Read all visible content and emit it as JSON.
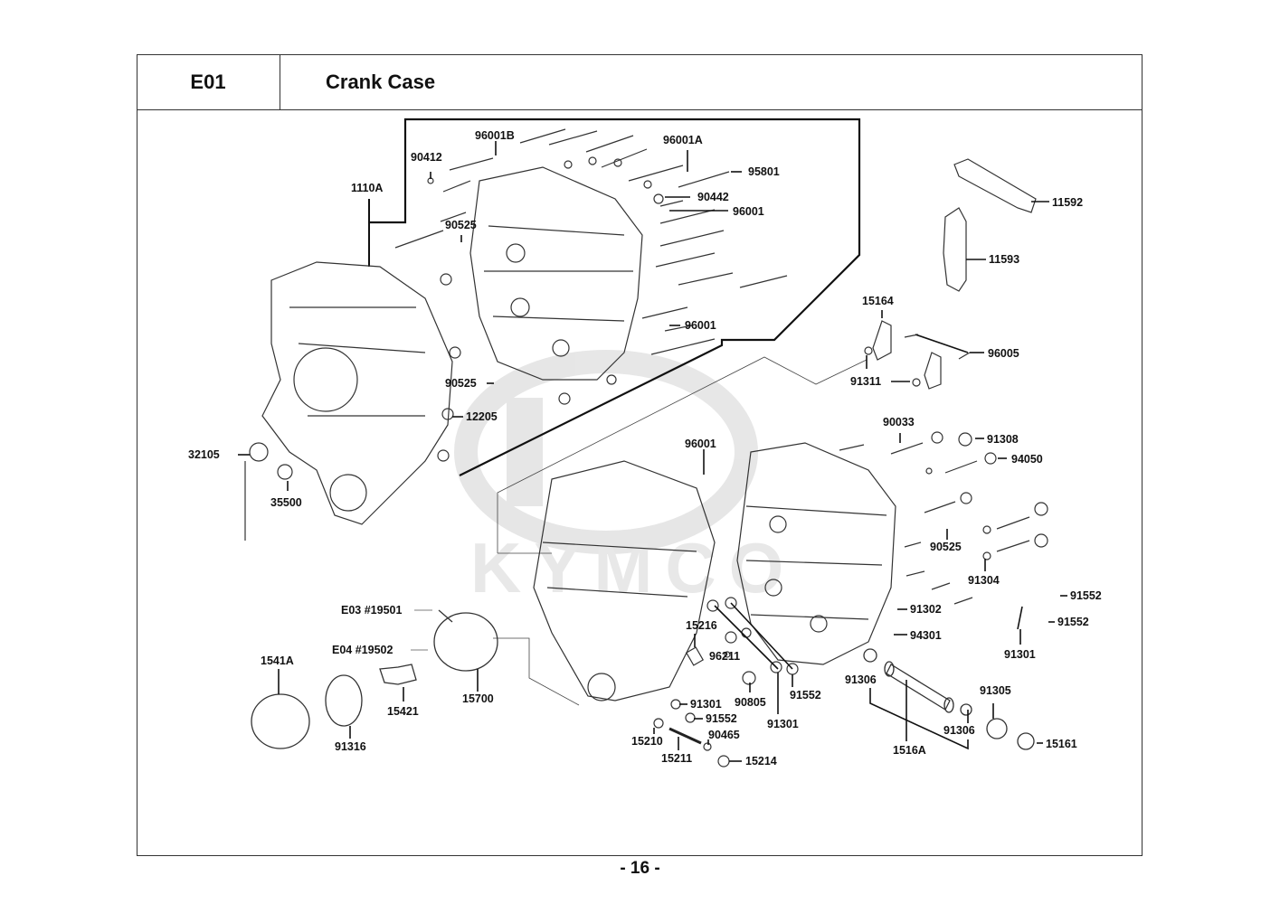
{
  "header": {
    "section_code": "E01",
    "section_title": "Crank Case"
  },
  "watermark": {
    "text": "KYMCO",
    "color": "#e4e4e4"
  },
  "page_number": "- 16 -",
  "colors": {
    "line": "#111111",
    "frame": "#333333",
    "watermark": "#e4e4e4"
  },
  "callouts": [
    {
      "id": "96001B",
      "text": "96001B"
    },
    {
      "id": "90412",
      "text": "90412"
    },
    {
      "id": "1110A",
      "text": "1110A"
    },
    {
      "id": "96001A",
      "text": "96001A"
    },
    {
      "id": "95801",
      "text": "95801"
    },
    {
      "id": "90442",
      "text": "90442"
    },
    {
      "id": "96001-a",
      "text": "96001"
    },
    {
      "id": "90525-a",
      "text": "90525"
    },
    {
      "id": "96001-b",
      "text": "96001"
    },
    {
      "id": "90525-b",
      "text": "90525"
    },
    {
      "id": "12205",
      "text": "12205"
    },
    {
      "id": "32105",
      "text": "32105"
    },
    {
      "id": "35500",
      "text": "35500"
    },
    {
      "id": "11592",
      "text": "11592"
    },
    {
      "id": "11593",
      "text": "11593"
    },
    {
      "id": "15164",
      "text": "15164"
    },
    {
      "id": "96005",
      "text": "96005"
    },
    {
      "id": "91311",
      "text": "91311"
    },
    {
      "id": "90033",
      "text": "90033"
    },
    {
      "id": "91308",
      "text": "91308"
    },
    {
      "id": "94050",
      "text": "94050"
    },
    {
      "id": "96001-c",
      "text": "96001"
    },
    {
      "id": "90525-c",
      "text": "90525"
    },
    {
      "id": "91304",
      "text": "91304"
    },
    {
      "id": "91302",
      "text": "91302"
    },
    {
      "id": "94301",
      "text": "94301"
    },
    {
      "id": "91552-a",
      "text": "91552"
    },
    {
      "id": "91552-b",
      "text": "91552"
    },
    {
      "id": "91301-a",
      "text": "91301"
    },
    {
      "id": "91306-a",
      "text": "91306"
    },
    {
      "id": "91305",
      "text": "91305"
    },
    {
      "id": "91306-b",
      "text": "91306"
    },
    {
      "id": "1516A",
      "text": "1516A"
    },
    {
      "id": "15161",
      "text": "15161"
    },
    {
      "id": "15216",
      "text": "15216"
    },
    {
      "id": "96211",
      "text": "96211"
    },
    {
      "id": "90805",
      "text": "90805"
    },
    {
      "id": "91552-c",
      "text": "91552"
    },
    {
      "id": "91301-b",
      "text": "91301"
    },
    {
      "id": "91301-c",
      "text": "91301"
    },
    {
      "id": "91552-d",
      "text": "91552"
    },
    {
      "id": "90465",
      "text": "90465"
    },
    {
      "id": "15210",
      "text": "15210"
    },
    {
      "id": "15211",
      "text": "15211"
    },
    {
      "id": "15214",
      "text": "15214"
    },
    {
      "id": "E03-19501",
      "text": "E03 #19501"
    },
    {
      "id": "E04-19502",
      "text": "E04 #19502"
    },
    {
      "id": "15700",
      "text": "15700"
    },
    {
      "id": "1541A",
      "text": "1541A"
    },
    {
      "id": "15421",
      "text": "15421"
    },
    {
      "id": "91316",
      "text": "91316"
    }
  ]
}
